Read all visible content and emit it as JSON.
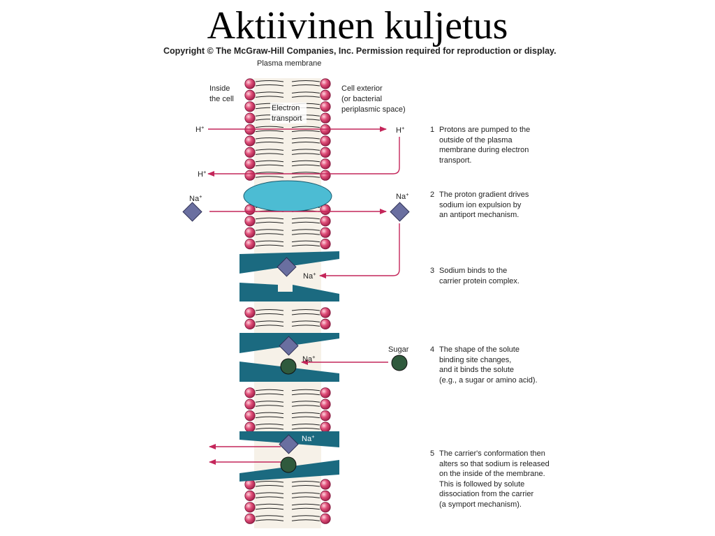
{
  "title": "Aktiivinen kuljetus",
  "copyright": "Copyright © The McGraw-Hill Companies, Inc. Permission required for reproduction or display.",
  "labels": {
    "plasma_membrane": "Plasma membrane",
    "inside_cell": [
      "Inside",
      "the cell"
    ],
    "cell_exterior": [
      "Cell exterior",
      "(or bacterial",
      "periplasmic space)"
    ],
    "electron_transport": [
      "Electron",
      "transport"
    ],
    "sugar": "Sugar"
  },
  "ions": {
    "h": "H",
    "na": "Na",
    "plus": "+"
  },
  "steps": [
    {
      "num": "1",
      "lines": [
        "Protons are pumped to the",
        "outside of the plasma",
        "membrane during electron",
        "transport."
      ]
    },
    {
      "num": "2",
      "lines": [
        "The proton gradient drives",
        "sodium ion expulsion by",
        "an antiport mechanism."
      ]
    },
    {
      "num": "3",
      "lines": [
        "Sodium binds to the",
        "carrier protein complex."
      ]
    },
    {
      "num": "4",
      "lines": [
        "The shape of the solute",
        "binding site changes,",
        "and it binds the solute",
        "(e.g., a sugar or amino acid)."
      ]
    },
    {
      "num": "5",
      "lines": [
        "The carrier's conformation then",
        "alters so that sodium is released",
        "on the inside of the membrane.",
        "This is followed by solute",
        "dissociation from the carrier",
        "(a symport mechanism)."
      ]
    }
  ],
  "colors": {
    "protein": "#1b6a80",
    "antiporter": "#4cbcd3",
    "sodium": "#6a6fa0",
    "sugar": "#2f5a3d",
    "arrow": "#c4265a",
    "head": "#c8385e"
  }
}
